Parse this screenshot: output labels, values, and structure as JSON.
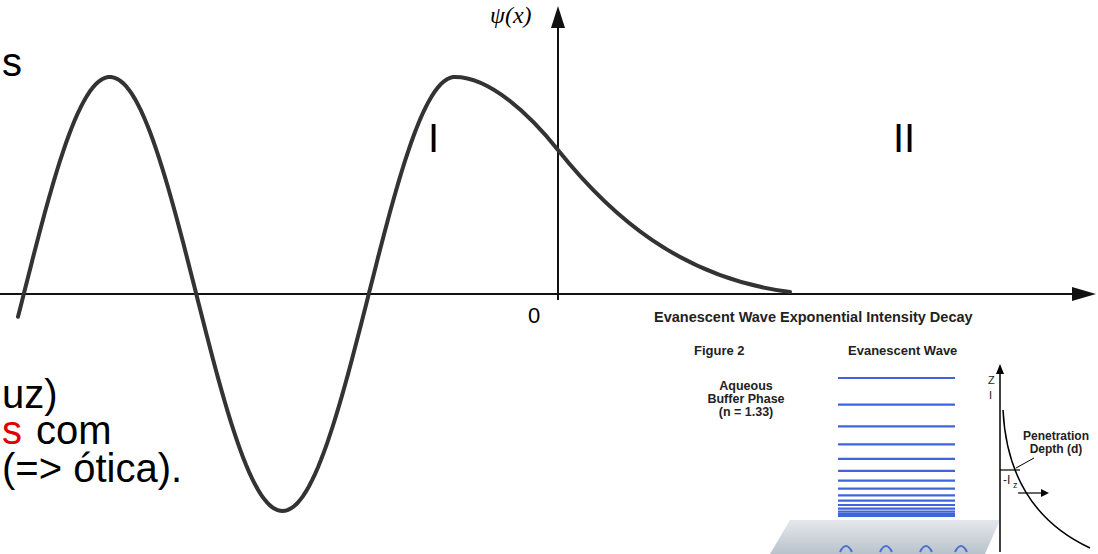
{
  "diagram": {
    "labels": [
      "s",
      "ψ(x)",
      "I",
      "II",
      "0",
      "uz)",
      "s",
      "com",
      "(=> ótica).",
      "Evanescent Wave Exponential Intensity Decay",
      "Figure 2",
      "Evanescent Wave",
      "Aqueous Buffer Phase (n = 1.33)",
      "Penetration Depth (d)",
      "Z",
      "I",
      "-I",
      "z"
    ]
  }
}
